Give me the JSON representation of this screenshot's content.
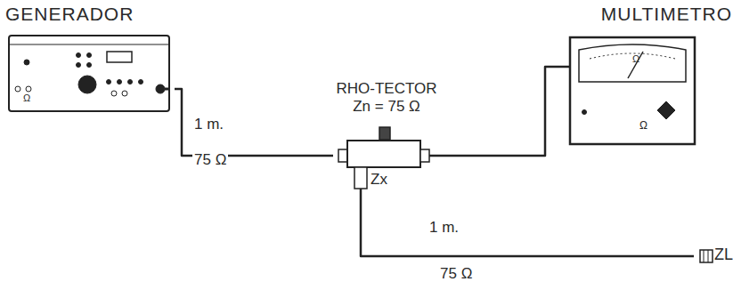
{
  "diagram": {
    "nodes": [
      {
        "text": [
          "GENERADOR"
        ]
      },
      {
        "text": [
          "RHO-TECTOR",
          "Zn = 75 Ω"
        ]
      },
      {
        "text": [
          "MULTIMETRO"
        ]
      },
      {
        "text": [
          "ZL"
        ]
      }
    ],
    "edges": [
      {
        "from": 0,
        "to": 1,
        "arrow": "none",
        "label": "1 m."
      },
      {
        "from": 1,
        "to": 2,
        "arrow": "none"
      },
      {
        "from": 1,
        "to": 3,
        "arrow": "none",
        "label": "1 m."
      }
    ],
    "labels": [
      "75 Ω",
      "Zx",
      "75 Ω",
      "Ω",
      "Ω",
      "Ω"
    ]
  }
}
